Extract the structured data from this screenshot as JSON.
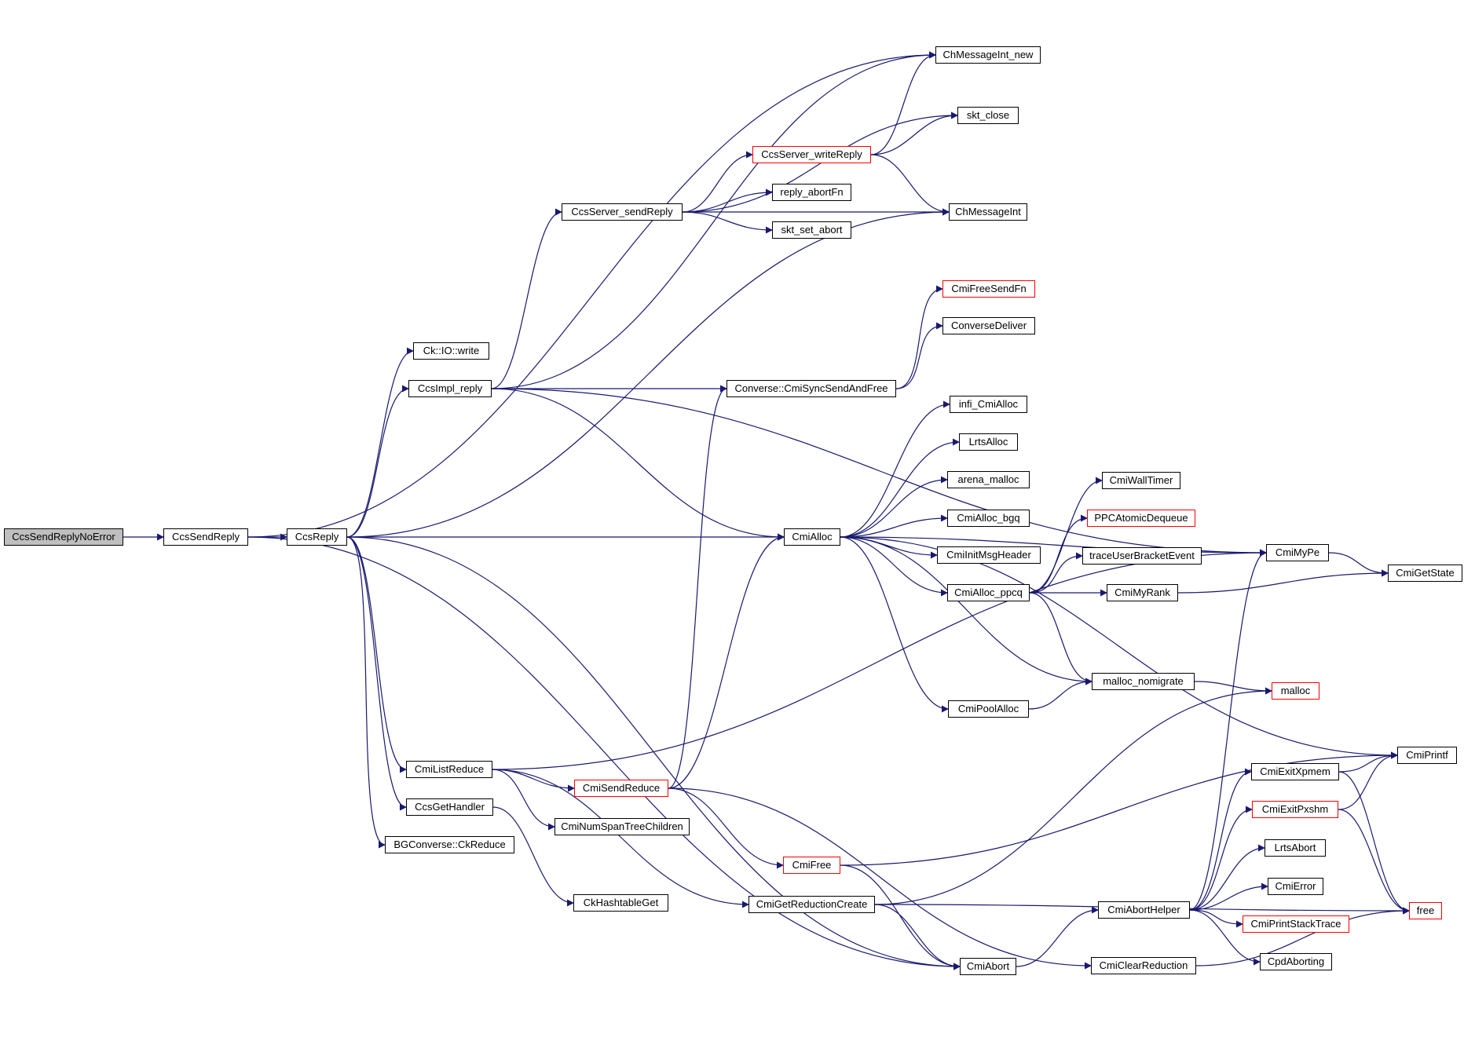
{
  "colors": {
    "edge": "#191970",
    "node_border": "#000000",
    "truncated_border": "#ff0000",
    "root_fill": "#bfbfbf",
    "background": "#ffffff"
  },
  "nodes": [
    {
      "id": "n_root",
      "label": "CcsSendReplyNoError",
      "root": true
    },
    {
      "id": "n_ccssendreply",
      "label": "CcsSendReply"
    },
    {
      "id": "n_ccsreply",
      "label": "CcsReply"
    },
    {
      "id": "n_ckiowrite",
      "label": "Ck::IO::write"
    },
    {
      "id": "n_ccsimplreply",
      "label": "CcsImpl_reply"
    },
    {
      "id": "n_cmilistreduce",
      "label": "CmiListReduce"
    },
    {
      "id": "n_ccsgethandler",
      "label": "CcsGetHandler"
    },
    {
      "id": "n_bgckreduce",
      "label": "BGConverse::CkReduce"
    },
    {
      "id": "n_ccsserversendreply",
      "label": "CcsServer_sendReply"
    },
    {
      "id": "n_ccsserverwritereply",
      "label": "CcsServer_writeReply",
      "truncated": true
    },
    {
      "id": "n_replyabortfn",
      "label": "reply_abortFn"
    },
    {
      "id": "n_sktsetabort",
      "label": "skt_set_abort"
    },
    {
      "id": "n_chmessageintnew",
      "label": "ChMessageInt_new"
    },
    {
      "id": "n_sktclose",
      "label": "skt_close"
    },
    {
      "id": "n_chmessageint",
      "label": "ChMessageInt"
    },
    {
      "id": "n_cmifreesendfn",
      "label": "CmiFreeSendFn",
      "truncated": true
    },
    {
      "id": "n_conversedeliver",
      "label": "ConverseDeliver"
    },
    {
      "id": "n_cmisyncsendandfree",
      "label": "Converse::CmiSyncSendAndFree"
    },
    {
      "id": "n_cmialloc",
      "label": "CmiAlloc"
    },
    {
      "id": "n_inficmialloc",
      "label": "infi_CmiAlloc"
    },
    {
      "id": "n_lrtsalloc",
      "label": "LrtsAlloc"
    },
    {
      "id": "n_arenamalloc",
      "label": "arena_malloc"
    },
    {
      "id": "n_cmiallocbgq",
      "label": "CmiAlloc_bgq"
    },
    {
      "id": "n_cmiinitmsgheader",
      "label": "CmiInitMsgHeader"
    },
    {
      "id": "n_cmiallocppcq",
      "label": "CmiAlloc_ppcq"
    },
    {
      "id": "n_cmipoolalloc",
      "label": "CmiPoolAlloc"
    },
    {
      "id": "n_cmiwalltimer",
      "label": "CmiWallTimer"
    },
    {
      "id": "n_ppcatomicdequeue",
      "label": "PPCAtomicDequeue",
      "truncated": true
    },
    {
      "id": "n_traceuserbracketevent",
      "label": "traceUserBracketEvent"
    },
    {
      "id": "n_cmimyrank",
      "label": "CmiMyRank"
    },
    {
      "id": "n_mallocnomigrate",
      "label": "malloc_nomigrate"
    },
    {
      "id": "n_malloc",
      "label": "malloc",
      "truncated": true
    },
    {
      "id": "n_cmimype",
      "label": "CmiMyPe"
    },
    {
      "id": "n_cmigetstate",
      "label": "CmiGetState"
    },
    {
      "id": "n_cmiprintf",
      "label": "CmiPrintf"
    },
    {
      "id": "n_cmisendreduce",
      "label": "CmiSendReduce",
      "truncated": true
    },
    {
      "id": "n_cminumspantreechildren",
      "label": "CmiNumSpanTreeChildren"
    },
    {
      "id": "n_ckhashtableget",
      "label": "CkHashtableGet"
    },
    {
      "id": "n_cmifree",
      "label": "CmiFree",
      "truncated": true
    },
    {
      "id": "n_cmigetreductioncreate",
      "label": "CmiGetReductionCreate"
    },
    {
      "id": "n_cmiabort",
      "label": "CmiAbort"
    },
    {
      "id": "n_cmiaborthelper",
      "label": "CmiAbortHelper"
    },
    {
      "id": "n_cmiclearreduction",
      "label": "CmiClearReduction"
    },
    {
      "id": "n_cmiexitxpmem",
      "label": "CmiExitXpmem"
    },
    {
      "id": "n_cmiexitpxshm",
      "label": "CmiExitPxshm",
      "truncated": true
    },
    {
      "id": "n_lrtsabort",
      "label": "LrtsAbort"
    },
    {
      "id": "n_cmierror",
      "label": "CmiError"
    },
    {
      "id": "n_cmiprintstacktrace",
      "label": "CmiPrintStackTrace",
      "truncated": true
    },
    {
      "id": "n_cpdaborting",
      "label": "CpdAborting"
    },
    {
      "id": "n_free",
      "label": "free",
      "truncated": true
    }
  ],
  "edges": [
    [
      "n_root",
      "n_ccssendreply"
    ],
    [
      "n_ccssendreply",
      "n_ccsreply"
    ],
    [
      "n_ccssendreply",
      "n_chmessageintnew"
    ],
    [
      "n_ccssendreply",
      "n_cmiabort"
    ],
    [
      "n_ccsreply",
      "n_ckiowrite"
    ],
    [
      "n_ccsreply",
      "n_ccsimplreply"
    ],
    [
      "n_ccsreply",
      "n_cmialloc"
    ],
    [
      "n_ccsreply",
      "n_cmilistreduce"
    ],
    [
      "n_ccsreply",
      "n_ccsgethandler"
    ],
    [
      "n_ccsreply",
      "n_bgckreduce"
    ],
    [
      "n_ccsreply",
      "n_chmessageint"
    ],
    [
      "n_ccsreply",
      "n_cmiabort"
    ],
    [
      "n_ccsimplreply",
      "n_ccsserversendreply"
    ],
    [
      "n_ccsimplreply",
      "n_chmessageintnew"
    ],
    [
      "n_ccsimplreply",
      "n_cmisyncsendandfree"
    ],
    [
      "n_ccsimplreply",
      "n_cmimype"
    ],
    [
      "n_ccsimplreply",
      "n_cmialloc"
    ],
    [
      "n_ccsserversendreply",
      "n_ccsserverwritereply"
    ],
    [
      "n_ccsserversendreply",
      "n_replyabortfn"
    ],
    [
      "n_ccsserversendreply",
      "n_sktsetabort"
    ],
    [
      "n_ccsserversendreply",
      "n_sktclose"
    ],
    [
      "n_ccsserversendreply",
      "n_chmessageint"
    ],
    [
      "n_ccsserverwritereply",
      "n_chmessageintnew"
    ],
    [
      "n_ccsserverwritereply",
      "n_sktclose"
    ],
    [
      "n_ccsserverwritereply",
      "n_chmessageint"
    ],
    [
      "n_cmisyncsendandfree",
      "n_cmifreesendfn"
    ],
    [
      "n_cmisyncsendandfree",
      "n_conversedeliver"
    ],
    [
      "n_cmialloc",
      "n_inficmialloc"
    ],
    [
      "n_cmialloc",
      "n_lrtsalloc"
    ],
    [
      "n_cmialloc",
      "n_arenamalloc"
    ],
    [
      "n_cmialloc",
      "n_cmiallocbgq"
    ],
    [
      "n_cmialloc",
      "n_cmiinitmsgheader"
    ],
    [
      "n_cmialloc",
      "n_cmiallocppcq"
    ],
    [
      "n_cmialloc",
      "n_cmipoolalloc"
    ],
    [
      "n_cmialloc",
      "n_mallocnomigrate"
    ],
    [
      "n_cmialloc",
      "n_cmimype"
    ],
    [
      "n_cmialloc",
      "n_cmiprintf"
    ],
    [
      "n_cmiallocppcq",
      "n_cmiwalltimer"
    ],
    [
      "n_cmiallocppcq",
      "n_ppcatomicdequeue"
    ],
    [
      "n_cmiallocppcq",
      "n_traceuserbracketevent"
    ],
    [
      "n_cmiallocppcq",
      "n_cmimyrank"
    ],
    [
      "n_cmiallocppcq",
      "n_mallocnomigrate"
    ],
    [
      "n_cmipoolalloc",
      "n_mallocnomigrate"
    ],
    [
      "n_mallocnomigrate",
      "n_malloc"
    ],
    [
      "n_cmimype",
      "n_cmigetstate"
    ],
    [
      "n_cmimyrank",
      "n_cmigetstate"
    ],
    [
      "n_cmilistreduce",
      "n_cmisendreduce"
    ],
    [
      "n_cmilistreduce",
      "n_cminumspantreechildren"
    ],
    [
      "n_cmilistreduce",
      "n_cmigetreductioncreate"
    ],
    [
      "n_cmilistreduce",
      "n_cmimype"
    ],
    [
      "n_ccsgethandler",
      "n_ckhashtableget"
    ],
    [
      "n_cmisendreduce",
      "n_cmisyncsendandfree"
    ],
    [
      "n_cmisendreduce",
      "n_cmialloc"
    ],
    [
      "n_cmisendreduce",
      "n_cmifree"
    ],
    [
      "n_cmisendreduce",
      "n_cmiclearreduction"
    ],
    [
      "n_cmifree",
      "n_cmiprintf"
    ],
    [
      "n_cmifree",
      "n_cmiabort"
    ],
    [
      "n_cmigetreductioncreate",
      "n_malloc"
    ],
    [
      "n_cmigetreductioncreate",
      "n_cmiabort"
    ],
    [
      "n_cmigetreductioncreate",
      "n_free"
    ],
    [
      "n_cmiabort",
      "n_cmiaborthelper"
    ],
    [
      "n_cmiaborthelper",
      "n_cmiexitxpmem"
    ],
    [
      "n_cmiaborthelper",
      "n_cmiexitpxshm"
    ],
    [
      "n_cmiaborthelper",
      "n_lrtsabort"
    ],
    [
      "n_cmiaborthelper",
      "n_cmierror"
    ],
    [
      "n_cmiaborthelper",
      "n_cmiprintstacktrace"
    ],
    [
      "n_cmiaborthelper",
      "n_cpdaborting"
    ],
    [
      "n_cmiaborthelper",
      "n_cmimype"
    ],
    [
      "n_cmiexitxpmem",
      "n_cmiprintf"
    ],
    [
      "n_cmiexitxpmem",
      "n_free"
    ],
    [
      "n_cmiexitpxshm",
      "n_cmiprintf"
    ],
    [
      "n_cmiexitpxshm",
      "n_free"
    ],
    [
      "n_cmiclearreduction",
      "n_free"
    ]
  ]
}
